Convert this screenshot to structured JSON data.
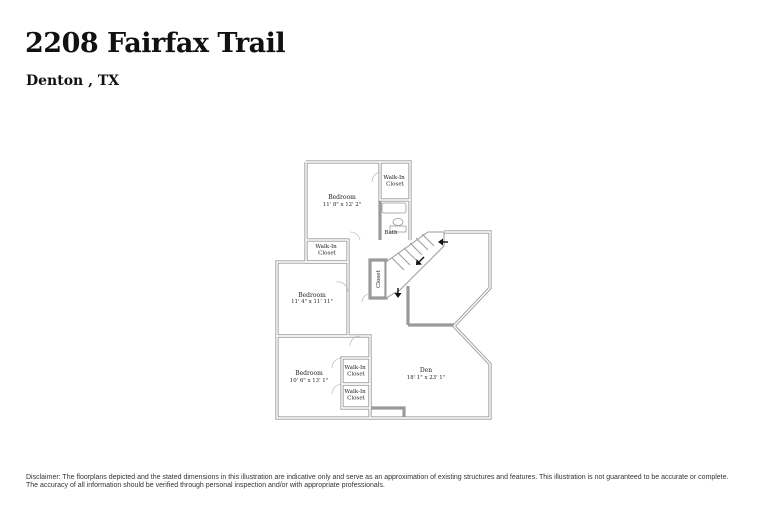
{
  "header": {
    "address": "2208 Fairfax Trail",
    "city_state": "Denton , TX"
  },
  "rooms": [
    {
      "name": "Bedroom",
      "dimensions": "11' 8\" x 12' 2\""
    },
    {
      "name": "Walk-In Closet"
    },
    {
      "name": "Bath"
    },
    {
      "name": "Walk-In Closet"
    },
    {
      "name": "Bedroom",
      "dimensions": "11' 4\" x 11' 11\""
    },
    {
      "name": "Closet"
    },
    {
      "name": "Bedroom",
      "dimensions": "10' 6\" x 13' 1\""
    },
    {
      "name": "Walk-In Closet"
    },
    {
      "name": "Walk-In Closet"
    },
    {
      "name": "Den",
      "dimensions": "18' 1\" x 23' 1\""
    }
  ],
  "footer": {
    "disclaimer": "Disclaimer: The floorplans depicted and the stated dimensions in this illustration are indicative only and serve as an approximation of existing structures and features. This illustration is not guaranteed to be accurate or complete. The accuracy of all information should be verified through personal inspection and/or with appropriate professionals."
  },
  "colors": {
    "wall": "#a8a8a8",
    "wall_inner": "#ffffff",
    "line": "#777777",
    "text": "#111111"
  }
}
